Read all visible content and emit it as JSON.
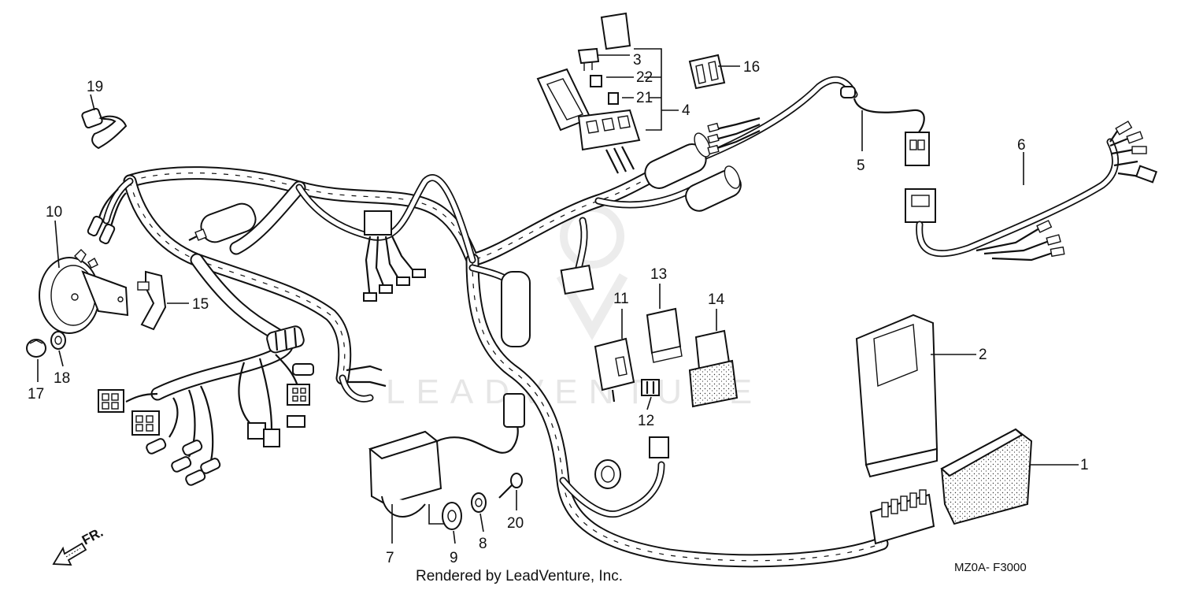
{
  "diagram": {
    "callouts": [
      "1",
      "2",
      "3",
      "4",
      "5",
      "6",
      "7",
      "8",
      "9",
      "10",
      "11",
      "12",
      "13",
      "14",
      "15",
      "16",
      "17",
      "18",
      "19",
      "20",
      "21",
      "22"
    ],
    "footer_text": "Rendered by LeadVenture, Inc.",
    "diagram_code": "MZ0A- F3000",
    "front_indicator": "FR.",
    "watermark": "LEADVENTURE"
  }
}
